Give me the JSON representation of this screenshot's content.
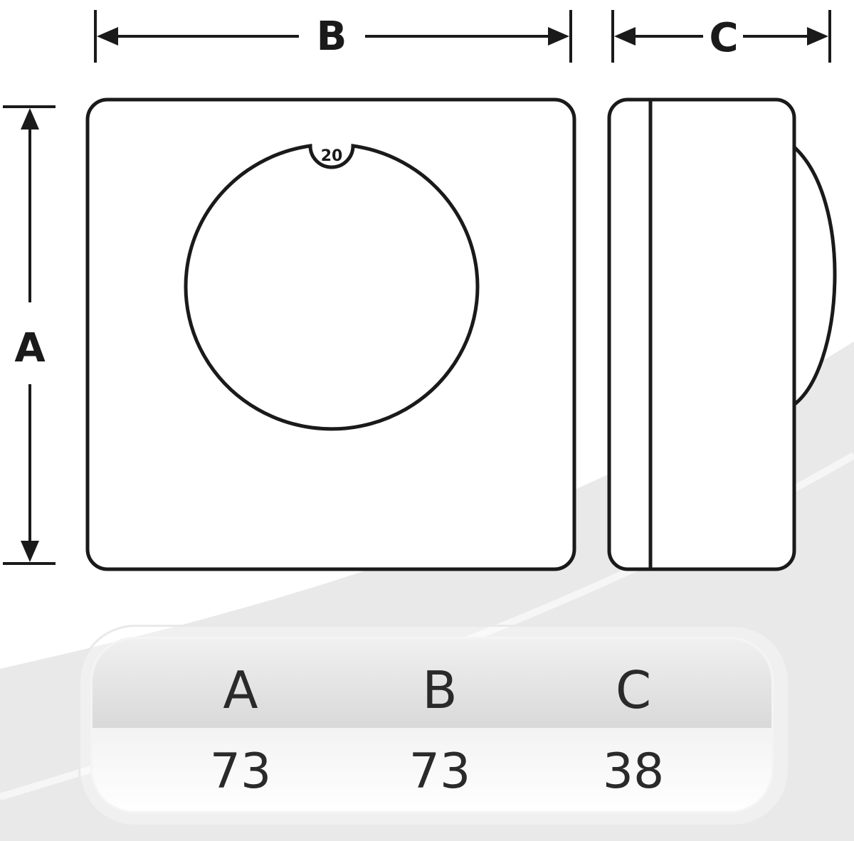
{
  "dimension_labels": {
    "a": "A",
    "b": "B",
    "c": "C"
  },
  "dial": {
    "setpoint_label": "20"
  },
  "table": {
    "headers": [
      "A",
      "B",
      "C"
    ],
    "values": [
      "73",
      "73",
      "38"
    ]
  },
  "colors": {
    "stroke": "#1a1a1a",
    "swoosh": "#e6e6e6",
    "table_header": "#dcdcdc"
  }
}
